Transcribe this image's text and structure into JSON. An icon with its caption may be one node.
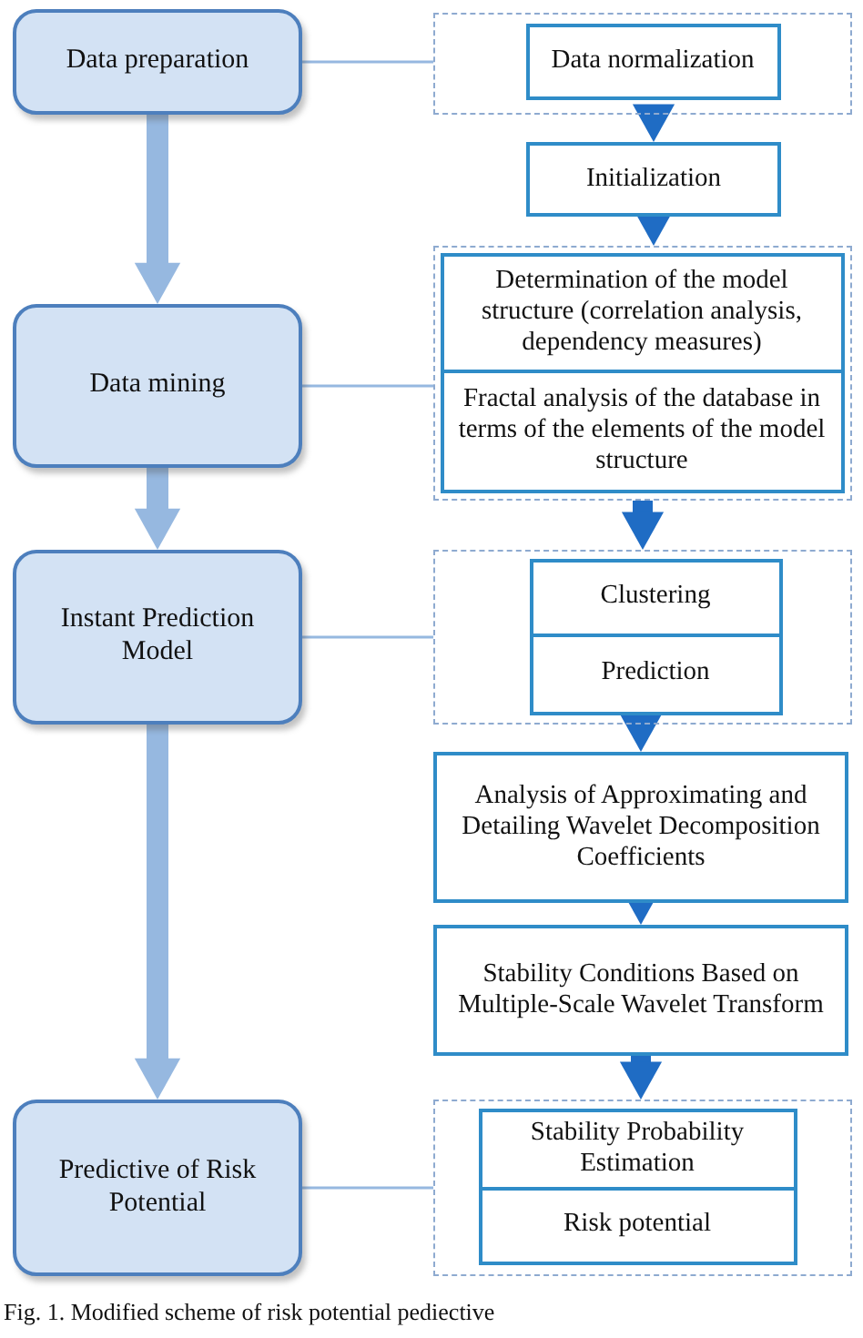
{
  "diagram": {
    "caption": "Fig. 1. Modified scheme of risk potential pediective",
    "nodes": [
      {
        "text": [
          "Data preparation"
        ]
      },
      {
        "text": [],
        "shape": "box"
      },
      {
        "text": [
          "Data normalization"
        ],
        "in": 1
      },
      {
        "text": [
          "Initialization"
        ]
      },
      {
        "text": [
          "Data mining"
        ]
      },
      {
        "text": [],
        "shape": "box"
      },
      {
        "text": [
          "Determination of the model structure (correlation analysis, dependency measures)"
        ],
        "in": 5
      },
      {
        "text": [
          "Fractal analysis of the database in terms of the elements of the model structure"
        ],
        "in": 5
      },
      {
        "text": [
          "Instant Prediction Model"
        ]
      },
      {
        "text": [],
        "shape": "box"
      },
      {
        "text": [
          "Clustering"
        ],
        "in": 9
      },
      {
        "text": [
          "Prediction"
        ],
        "in": 9
      },
      {
        "text": [
          "Analysis of Approximating and Detailing Wavelet Decomposition Coefficients"
        ]
      },
      {
        "text": [
          "Stability Conditions Based on Multiple-Scale Wavelet Transform"
        ]
      },
      {
        "text": [
          "Predictive of Risk Potential"
        ]
      },
      {
        "text": [],
        "shape": "box"
      },
      {
        "text": [
          "Stability Probability Estimation"
        ],
        "in": 15
      },
      {
        "text": [
          "Risk potential"
        ],
        "in": 15
      }
    ],
    "edges": [
      {
        "from": 0,
        "to": 4,
        "arrow": "to"
      },
      {
        "from": 4,
        "to": 8,
        "arrow": "to"
      },
      {
        "from": 8,
        "to": 14,
        "arrow": "to"
      },
      {
        "from": 0,
        "to": 1,
        "arrow": "none"
      },
      {
        "from": 4,
        "to": 5,
        "arrow": "none"
      },
      {
        "from": 8,
        "to": 9,
        "arrow": "none"
      },
      {
        "from": 14,
        "to": 15,
        "arrow": "none"
      },
      {
        "from": 1,
        "to": 3,
        "arrow": "to",
        "color": "#1f6cc4"
      },
      {
        "from": 3,
        "to": 5,
        "arrow": "to",
        "color": "#1f6cc4"
      },
      {
        "from": 5,
        "to": 9,
        "arrow": "to",
        "color": "#1f6cc4"
      },
      {
        "from": 9,
        "to": 12,
        "arrow": "to",
        "color": "#1f6cc4"
      },
      {
        "from": 12,
        "to": 13,
        "arrow": "to",
        "color": "#1f6cc4"
      },
      {
        "from": 13,
        "to": 15,
        "arrow": "to",
        "color": "#1f6cc4"
      }
    ]
  }
}
